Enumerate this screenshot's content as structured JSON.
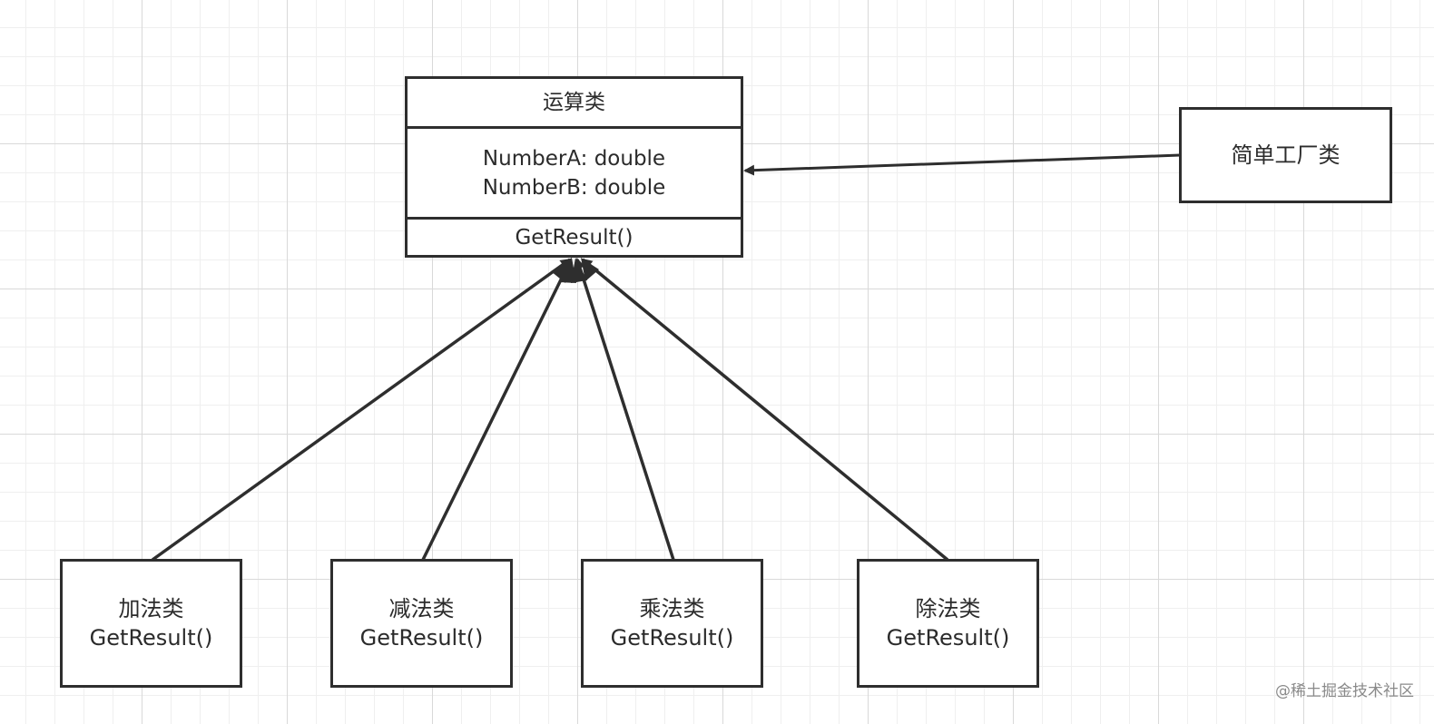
{
  "base_class": {
    "name": "运算类",
    "attributes": [
      "NumberA: double",
      "NumberB: double"
    ],
    "method": "GetResult()"
  },
  "factory": {
    "name": "简单工厂类"
  },
  "subclasses": [
    {
      "name": "加法类",
      "method": "GetResult()"
    },
    {
      "name": "减法类",
      "method": "GetResult()"
    },
    {
      "name": "乘法类",
      "method": "GetResult()"
    },
    {
      "name": "除法类",
      "method": "GetResult()"
    }
  ],
  "watermark": "@稀土掘金技术社区",
  "colors": {
    "line": "#2e2e2e",
    "text": "#2b2b2b",
    "grid": "#d9d9d9",
    "watermark": "#8a8a8a"
  }
}
